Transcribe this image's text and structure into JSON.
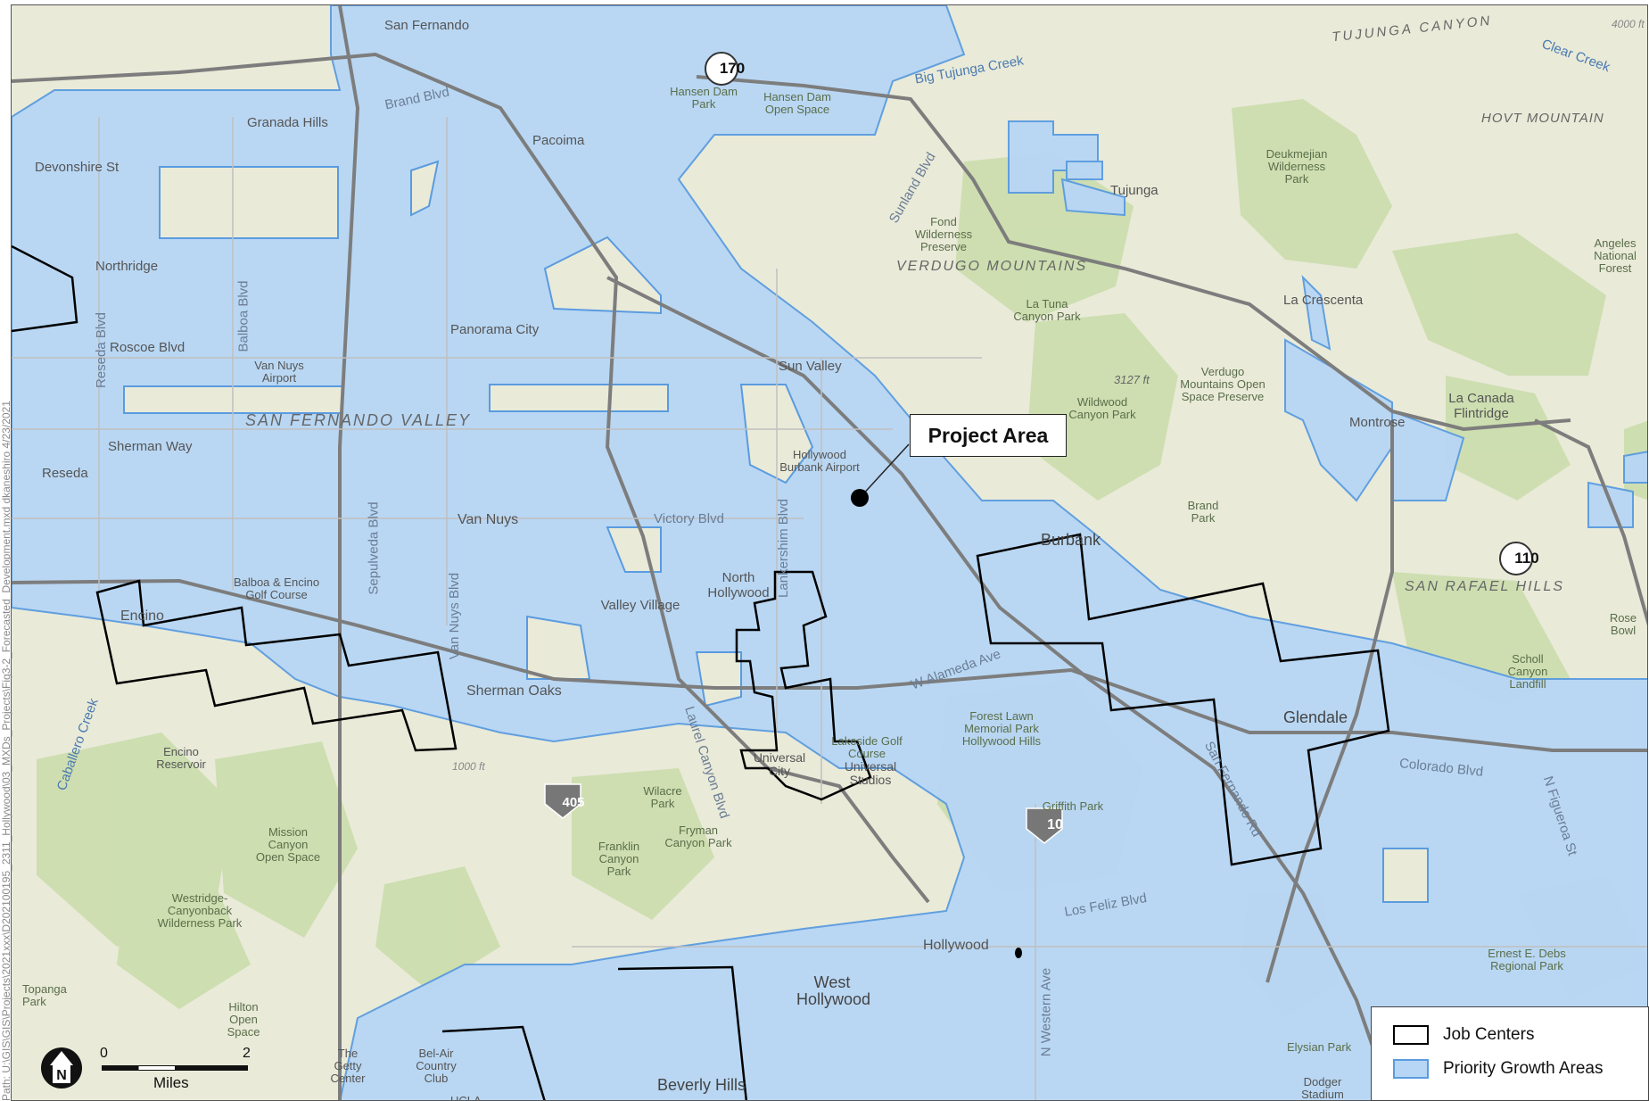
{
  "map": {
    "path_credit": "Path: U:\\GIS\\GIS\\Projects\\2021xxx\\D202100195_2311_Hollywood\\03_MXDs_Projects\\Fig3-2_Forecasted_Development.mxd  dkaneshiro 4/23/2021",
    "callout": "Project Area",
    "legend": {
      "job_centers": "Job Centers",
      "priority_growth": "Priority Growth Areas"
    },
    "scale": {
      "start": "0",
      "end": "2",
      "unit": "Miles"
    },
    "north_label": "N",
    "colors": {
      "priority_fill": "#b7d6f5",
      "priority_stroke": "#5a9be0",
      "job_stroke": "#000000",
      "terrain": "#e9ead8",
      "vegetation": "#c9dcaa",
      "road": "#7d7d7d"
    },
    "shields": [
      "170",
      "405",
      "10",
      "110"
    ],
    "places": [
      "San Fernando",
      "Granada Hills",
      "Pacoima",
      "Devonshire St",
      "Northridge",
      "Panorama City",
      "Roscoe Blvd",
      "Van Nuys Airport",
      "SAN FERNANDO VALLEY",
      "Sherman Way",
      "Reseda",
      "Van Nuys",
      "Victory Blvd",
      "North Hollywood",
      "Valley Village",
      "Sherman Oaks",
      "Encino",
      "Balboa & Encino Golf Course",
      "Encino Reservoir",
      "Sun Valley",
      "Hollywood Burbank Airport",
      "Burbank",
      "Glendale",
      "Tujunga",
      "La Crescenta",
      "Montrose",
      "La Canada Flintridge",
      "VERDUGO MOUNTAINS",
      "SAN RAFAEL HILLS",
      "HOVT MOUNTAIN",
      "TUJUNGA CANYON",
      "Hansen Dam Park",
      "Hansen Dam Open Space",
      "Big Tujunga Creek",
      "Clear Creek",
      "Deukmejian Wilderness Park",
      "Fond Wilderness Preserve",
      "La Tuna Canyon Park",
      "Wildwood Canyon Park",
      "Verdugo Mountains Open Space Preserve",
      "Brand Park",
      "Angeles National Forest",
      "Rose Bowl",
      "Scholl Canyon Landfill",
      "Forest Lawn Memorial Park Hollywood Hills",
      "Griffith Park",
      "Lakeside Golf Course",
      "Universal City",
      "Universal Studios",
      "Wilacre Park",
      "Fryman Canyon Park",
      "Franklin Canyon Park",
      "Mission Canyon Open Space",
      "Westridge-Canyonback Wilderness Park",
      "Hilton Open Space",
      "Hollywood",
      "West Hollywood",
      "Beverly Hills",
      "Los Feliz Blvd",
      "Colorado Blvd",
      "N Figueroa St",
      "San Fernando Rd",
      "N Western Ave",
      "Elysian Park",
      "Dodger Stadium",
      "Ernest E. Debs Regional Park",
      "The Getty Center",
      "Bel-Air Country Club",
      "UCLA",
      "Sepulveda Blvd",
      "Van Nuys Blvd",
      "Reseda Blvd",
      "Balboa Blvd",
      "Laurel Canyon Blvd",
      "Lankershim Blvd",
      "Sunland Blvd",
      "W Alameda Ave",
      "Brand Blvd",
      "Caballero Creek",
      "3127 ft",
      "1000 ft",
      "4000 ft",
      "Topanga Park"
    ]
  }
}
